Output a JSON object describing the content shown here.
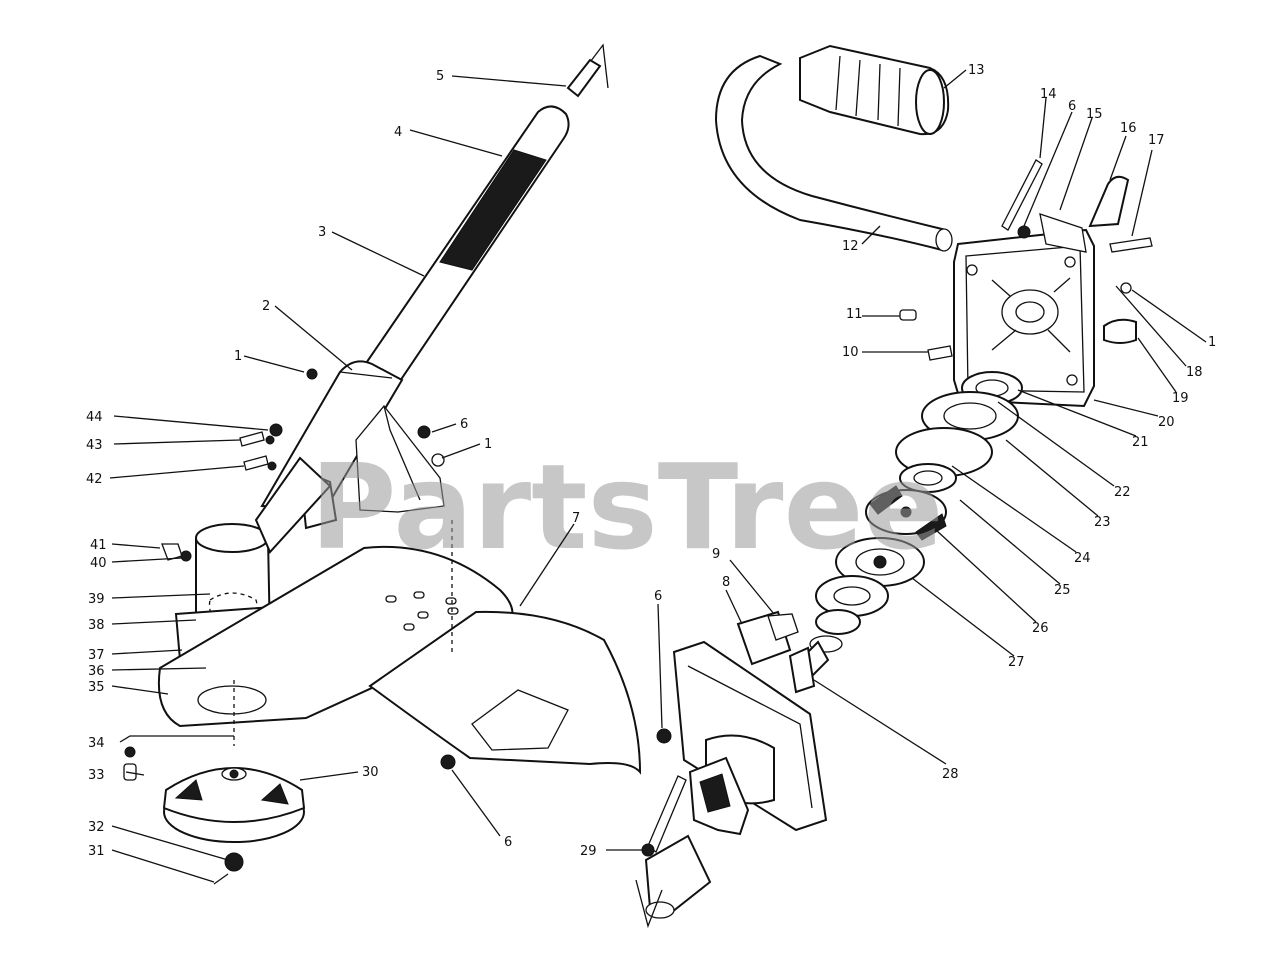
{
  "watermark": "PartsTree",
  "callouts": [
    {
      "id": "c5",
      "label": "5"
    },
    {
      "id": "c4",
      "label": "4"
    },
    {
      "id": "c3",
      "label": "3"
    },
    {
      "id": "c2",
      "label": "2"
    },
    {
      "id": "c1a",
      "label": "1"
    },
    {
      "id": "c44",
      "label": "44"
    },
    {
      "id": "c43",
      "label": "43"
    },
    {
      "id": "c42",
      "label": "42"
    },
    {
      "id": "c6a",
      "label": "6"
    },
    {
      "id": "c1b",
      "label": "1"
    },
    {
      "id": "c41",
      "label": "41"
    },
    {
      "id": "c40",
      "label": "40"
    },
    {
      "id": "c39",
      "label": "39"
    },
    {
      "id": "c38",
      "label": "38"
    },
    {
      "id": "c37",
      "label": "37"
    },
    {
      "id": "c36",
      "label": "36"
    },
    {
      "id": "c35",
      "label": "35"
    },
    {
      "id": "c34",
      "label": "34"
    },
    {
      "id": "c33",
      "label": "33"
    },
    {
      "id": "c30",
      "label": "30"
    },
    {
      "id": "c32",
      "label": "32"
    },
    {
      "id": "c31",
      "label": "31"
    },
    {
      "id": "c6b",
      "label": "6"
    },
    {
      "id": "c7",
      "label": "7"
    },
    {
      "id": "c6c",
      "label": "6"
    },
    {
      "id": "c8",
      "label": "8"
    },
    {
      "id": "c9",
      "label": "9"
    },
    {
      "id": "c29",
      "label": "29"
    },
    {
      "id": "c28",
      "label": "28"
    },
    {
      "id": "c13",
      "label": "13"
    },
    {
      "id": "c14",
      "label": "14"
    },
    {
      "id": "c6d",
      "label": "6"
    },
    {
      "id": "c15",
      "label": "15"
    },
    {
      "id": "c16",
      "label": "16"
    },
    {
      "id": "c17",
      "label": "17"
    },
    {
      "id": "c12",
      "label": "12"
    },
    {
      "id": "c11",
      "label": "11"
    },
    {
      "id": "c10",
      "label": "10"
    },
    {
      "id": "c1c",
      "label": "1"
    },
    {
      "id": "c18",
      "label": "18"
    },
    {
      "id": "c19",
      "label": "19"
    },
    {
      "id": "c20",
      "label": "20"
    },
    {
      "id": "c21",
      "label": "21"
    },
    {
      "id": "c22",
      "label": "22"
    },
    {
      "id": "c23",
      "label": "23"
    },
    {
      "id": "c24",
      "label": "24"
    },
    {
      "id": "c25",
      "label": "25"
    },
    {
      "id": "c26",
      "label": "26"
    },
    {
      "id": "c27",
      "label": "27"
    }
  ]
}
